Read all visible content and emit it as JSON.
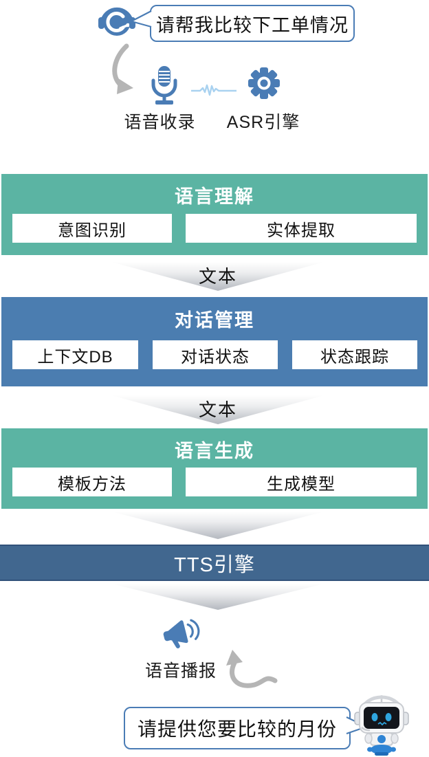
{
  "user": {
    "bubble_text": "请帮我比较下工单情况"
  },
  "capture": {
    "voice_label": "语音收录",
    "asr_label": "ASR引擎"
  },
  "nlu": {
    "title": "语言理解",
    "items": [
      "意图识别",
      "实体提取"
    ]
  },
  "flow1": {
    "label": "文本"
  },
  "dm": {
    "title": "对话管理",
    "items": [
      "上下文DB",
      "对话状态",
      "状态跟踪"
    ]
  },
  "flow2": {
    "label": "文本"
  },
  "nlg": {
    "title": "语言生成",
    "items": [
      "模板方法",
      "生成模型"
    ]
  },
  "tts": {
    "title": "TTS引擎"
  },
  "output": {
    "broadcast_label": "语音播报"
  },
  "bot": {
    "bubble_text": "请提供您要比较的月份"
  },
  "colors": {
    "teal_block": "#5bb4a3",
    "blue_block": "#4b7db0",
    "tts_band": "#41678f",
    "icon_blue": "#4a7cb5",
    "waveform_blue": "#a9d2f0",
    "arrow_gray": "#b5b5b5",
    "bubble_border": "#4a7cb5"
  }
}
